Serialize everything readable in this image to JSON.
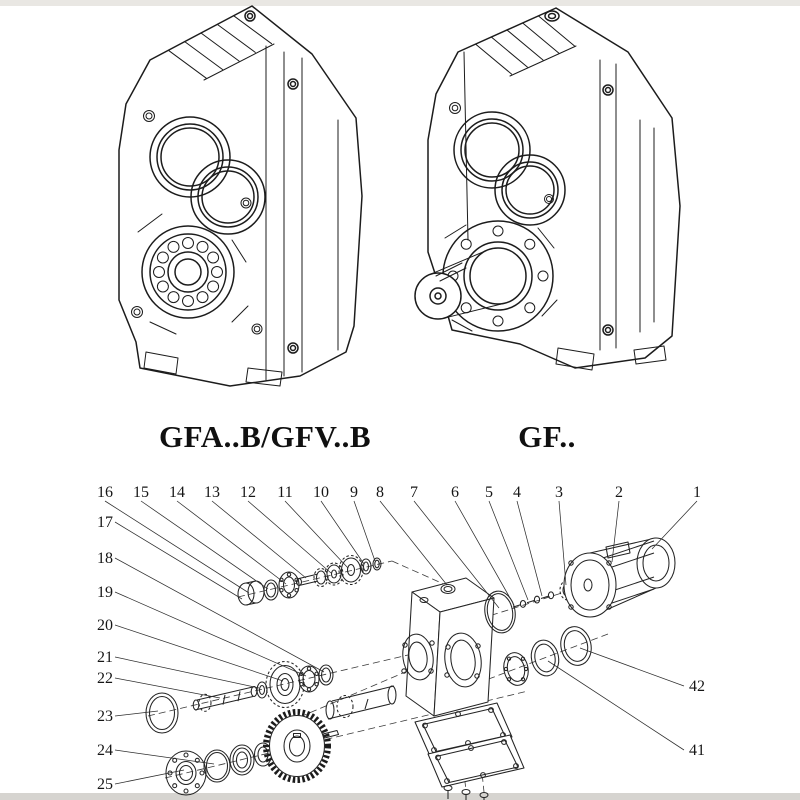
{
  "models": {
    "left": "GFA..B/GFV..B",
    "right": "GF.."
  },
  "exploded": {
    "top_callouts": [
      "16",
      "15",
      "14",
      "13",
      "12",
      "11",
      "10",
      "9",
      "8",
      "7",
      "6",
      "5",
      "4",
      "3",
      "2",
      "1"
    ],
    "left_callouts": [
      "17",
      "18",
      "19",
      "20",
      "21",
      "22",
      "23",
      "24",
      "25"
    ],
    "right_callouts": [
      "42",
      "41"
    ]
  },
  "colors": {
    "ink": "#1c1c1c",
    "paper": "#ffffff"
  }
}
